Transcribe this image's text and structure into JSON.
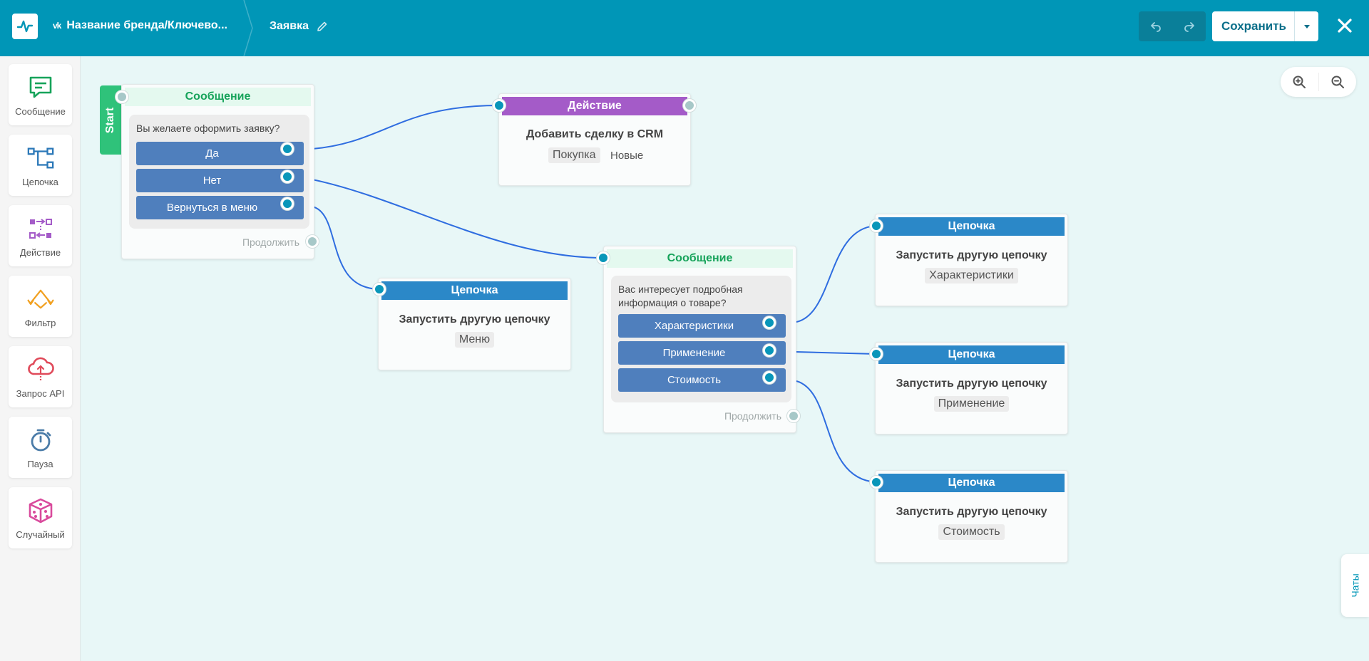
{
  "header": {
    "brand": "Название бренда/Ключево...",
    "page_title": "Заявка",
    "save_label": "Сохранить"
  },
  "sidebar": {
    "items": [
      {
        "label": "Сообщение",
        "icon": "message-icon"
      },
      {
        "label": "Цепочка",
        "icon": "chain-icon"
      },
      {
        "label": "Действие",
        "icon": "action-icon"
      },
      {
        "label": "Фильтр",
        "icon": "filter-icon"
      },
      {
        "label": "Запрос API",
        "icon": "api-cloud-icon"
      },
      {
        "label": "Пауза",
        "icon": "stopwatch-icon"
      },
      {
        "label": "Случайный",
        "icon": "dice-icon"
      }
    ]
  },
  "chats_tab": "Чаты",
  "canvas": {
    "start_label": "Start",
    "message1": {
      "header": "Сообщение",
      "text": "Вы желаете оформить заявку?",
      "options": [
        "Да",
        "Нет",
        "Вернуться в меню"
      ],
      "continue": "Продолжить"
    },
    "action1": {
      "header": "Действие",
      "title": "Добавить сделку в CRM",
      "tag": "Покупка",
      "tag2": "Новые"
    },
    "chain_menu": {
      "header": "Цепочка",
      "title": "Запустить другую цепочку",
      "tag": "Меню"
    },
    "message2": {
      "header": "Сообщение",
      "text": "Вас интересует подробная информация о товаре?",
      "options": [
        "Характеристики",
        "Применение",
        "Стоимость"
      ],
      "continue": "Продолжить"
    },
    "chain_char": {
      "header": "Цепочка",
      "title": "Запустить другую цепочку",
      "tag": "Характеристики"
    },
    "chain_app": {
      "header": "Цепочка",
      "title": "Запустить другую цепочку",
      "tag": "Применение"
    },
    "chain_cost": {
      "header": "Цепочка",
      "title": "Запустить другую цепочку",
      "tag": "Стоимость"
    }
  },
  "colors": {
    "header_bg": "#0096b7",
    "canvas_bg": "#e8f7f7",
    "chain_header": "#2b88c8",
    "action_header": "#a45bc8",
    "message_header_text": "#16a35a",
    "option_button": "#4f7fbd",
    "start_tab": "#2fc27a",
    "link_line": "#2f6de0"
  }
}
